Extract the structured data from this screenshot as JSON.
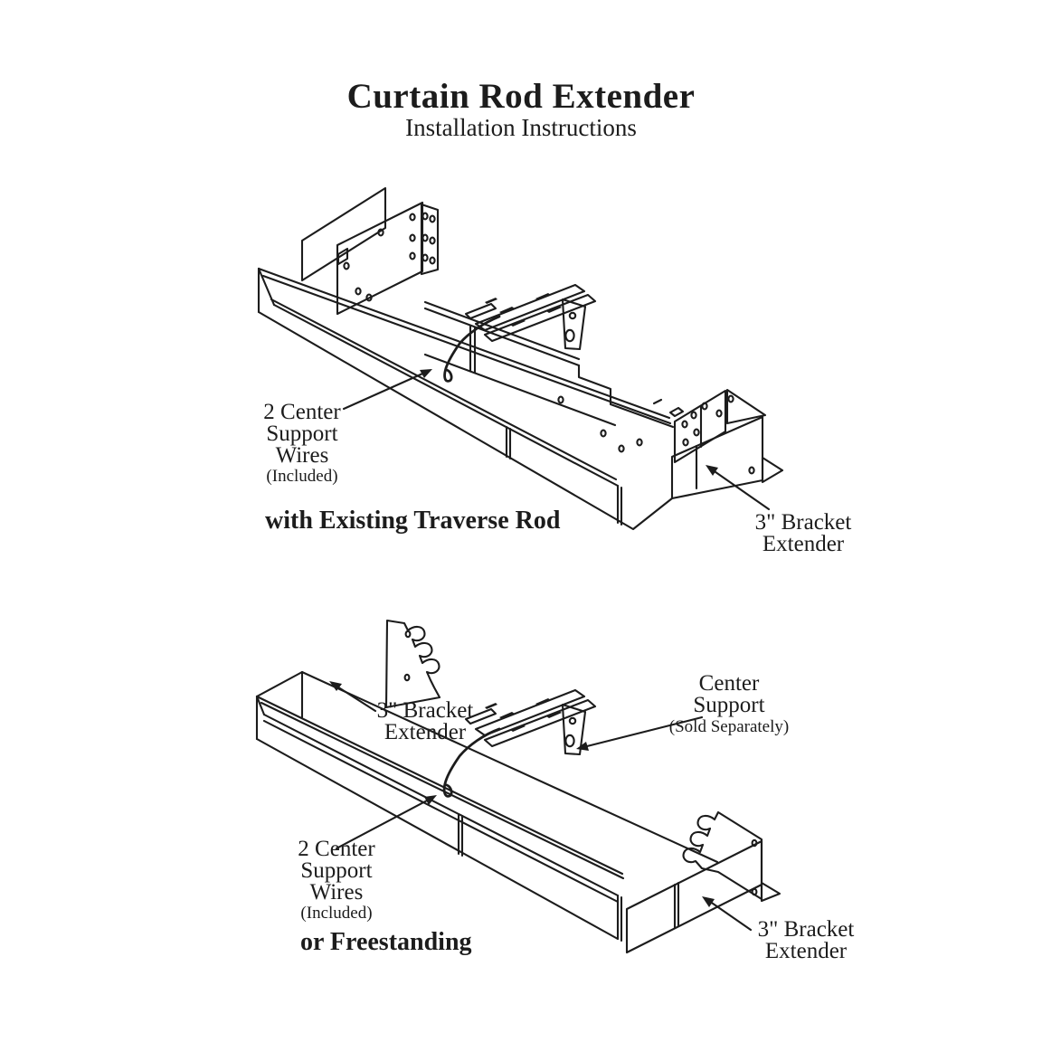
{
  "title": {
    "main": "Curtain Rod Extender",
    "subtitle": "Installation Instructions"
  },
  "colors": {
    "ink": "#1c1c1c",
    "background": "#ffffff"
  },
  "diagram_top": {
    "caption": "with Existing Traverse Rod",
    "labels": {
      "support_wires": {
        "line1": "2 Center",
        "line2": "Support",
        "line3": "Wires",
        "note": "(Included)"
      },
      "bracket_extender": {
        "line1": "3\" Bracket",
        "line2": "Extender"
      }
    }
  },
  "diagram_bottom": {
    "caption": "or Freestanding",
    "labels": {
      "bracket_extender_left": {
        "line1": "3\" Bracket",
        "line2": "Extender"
      },
      "center_support": {
        "line1": "Center",
        "line2": "Support",
        "note": "(Sold Separately)"
      },
      "support_wires": {
        "line1": "2 Center",
        "line2": "Support",
        "line3": "Wires",
        "note": "(Included)"
      },
      "bracket_extender_right": {
        "line1": "3\" Bracket",
        "line2": "Extender"
      }
    }
  }
}
